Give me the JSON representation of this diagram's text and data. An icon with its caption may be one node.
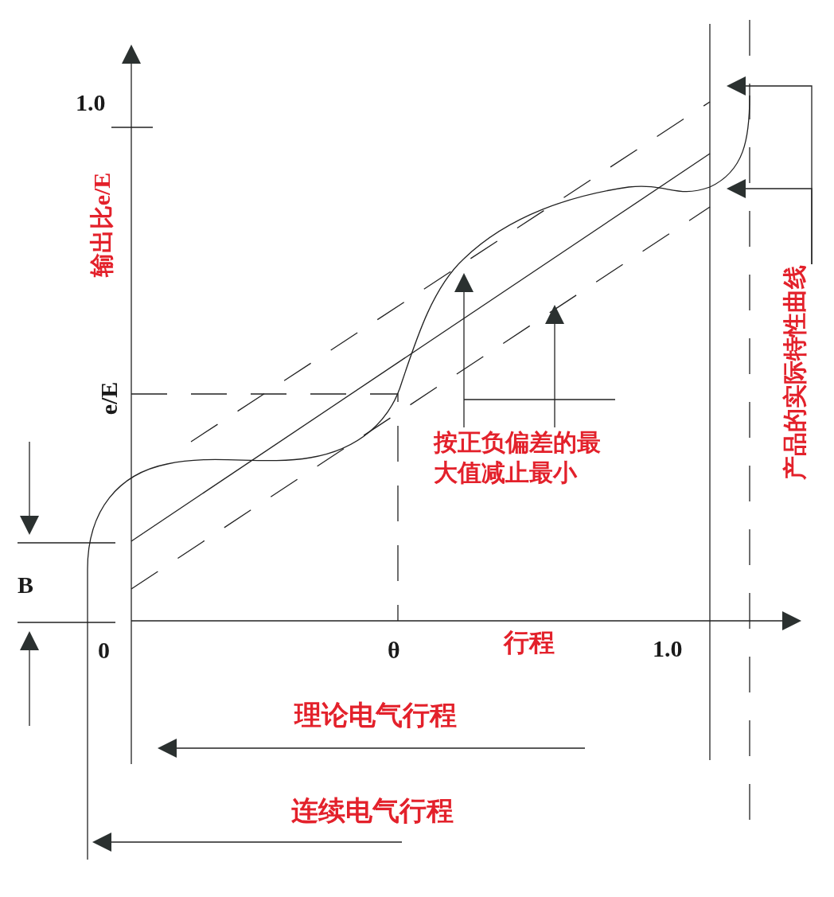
{
  "diagram": {
    "nodes": [
      {
        "text": [
          "按正负偏差的最大值减止最小"
        ]
      },
      {
        "text": [
          "产品的实际特性曲线"
        ]
      }
    ],
    "edges": [
      {
        "from": 0,
        "to": null,
        "arrow": "to"
      },
      {
        "from": 0,
        "to": null,
        "arrow": "to"
      },
      {
        "from": 1,
        "to": null,
        "arrow": "to"
      },
      {
        "from": 1,
        "to": null,
        "arrow": "to"
      }
    ],
    "labels": [
      "1.0",
      "输出比e/E",
      "e/E",
      "B",
      "0",
      "θ",
      "行程",
      "1.0",
      "理论电气行程",
      "连续电气行程"
    ]
  }
}
